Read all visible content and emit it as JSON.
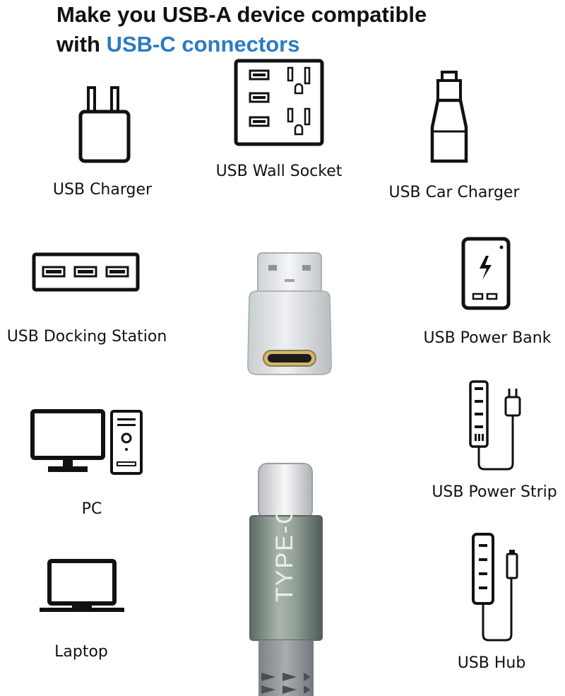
{
  "title": {
    "line1": "Make you USB-A device compatible",
    "line2_prefix": "with ",
    "line2_accent": "USB-C connectors"
  },
  "accent_color": "#2a7bc2",
  "devices": {
    "usb_charger": "USB Charger",
    "usb_wall_socket": "USB Wall Socket",
    "usb_car_charger": "USB Car Charger",
    "usb_docking_station": "USB Docking Station",
    "usb_power_bank": "USB Power Bank",
    "usb_power_strip": "USB Power Strip",
    "pc": "PC",
    "laptop": "Laptop",
    "usb_hub": "USB Hub"
  },
  "cable": {
    "label": "TYPE-C"
  },
  "icons": [
    "charger-plug-icon",
    "wall-socket-icon",
    "car-charger-icon",
    "docking-station-icon",
    "power-bank-icon",
    "power-strip-icon",
    "pc-icon",
    "laptop-icon",
    "usb-hub-icon"
  ]
}
